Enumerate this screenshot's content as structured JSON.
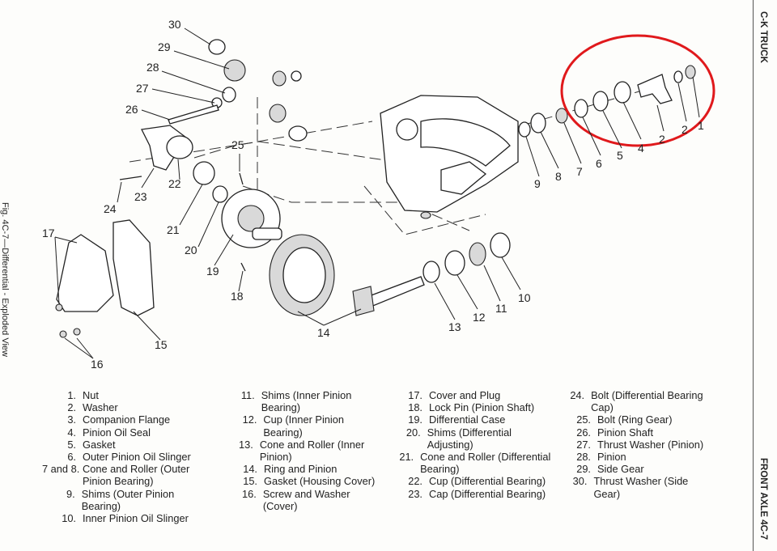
{
  "figure": {
    "caption": "Fig. 4C-7—Differential - Exploded View",
    "side_header_top": "C-K TRUCK",
    "side_header_bottom": "FRONT AXLE 4C-7",
    "highlight_color": "#e0191c"
  },
  "callouts": [
    "1",
    "2",
    "2",
    "4",
    "5",
    "6",
    "7",
    "8",
    "9",
    "10",
    "11",
    "12",
    "13",
    "14",
    "15",
    "16",
    "17",
    "18",
    "19",
    "20",
    "21",
    "22",
    "23",
    "24",
    "25",
    "26",
    "27",
    "28",
    "29",
    "30"
  ],
  "legend": {
    "col1": [
      {
        "num": "1.",
        "text": "Nut"
      },
      {
        "num": "2.",
        "text": "Washer"
      },
      {
        "num": "3.",
        "text": "Companion Flange"
      },
      {
        "num": "4.",
        "text": "Pinion Oil Seal"
      },
      {
        "num": "5.",
        "text": "Gasket"
      },
      {
        "num": "6.",
        "text": "Outer Pinion Oil Slinger"
      },
      {
        "num": "7 and 8.",
        "text": "Cone and Roller (Outer Pinion Bearing)"
      },
      {
        "num": "9.",
        "text": "Shims (Outer Pinion Bearing)"
      },
      {
        "num": "10.",
        "text": "Inner Pinion Oil Slinger"
      }
    ],
    "col2": [
      {
        "num": "11.",
        "text": "Shims (Inner Pinion Bearing)"
      },
      {
        "num": "12.",
        "text": "Cup (Inner Pinion Bearing)"
      },
      {
        "num": "13.",
        "text": "Cone and Roller (Inner Pinion)"
      },
      {
        "num": "14.",
        "text": "Ring and Pinion"
      },
      {
        "num": "15.",
        "text": "Gasket (Housing Cover)"
      },
      {
        "num": "16.",
        "text": "Screw and Washer (Cover)"
      }
    ],
    "col3": [
      {
        "num": "17.",
        "text": "Cover and Plug"
      },
      {
        "num": "18.",
        "text": "Lock Pin (Pinion Shaft)"
      },
      {
        "num": "19.",
        "text": "Differential Case"
      },
      {
        "num": "20.",
        "text": "Shims (Differential Adjusting)"
      },
      {
        "num": "21.",
        "text": "Cone and Roller (Differential Bearing)"
      },
      {
        "num": "22.",
        "text": "Cup (Differential Bearing)"
      },
      {
        "num": "23.",
        "text": "Cap (Differential Bearing)"
      }
    ],
    "col4": [
      {
        "num": "24.",
        "text": "Bolt (Differential Bearing Cap)"
      },
      {
        "num": "25.",
        "text": "Bolt (Ring Gear)"
      },
      {
        "num": "26.",
        "text": "Pinion Shaft"
      },
      {
        "num": "27.",
        "text": "Thrust Washer (Pinion)"
      },
      {
        "num": "28.",
        "text": "Pinion"
      },
      {
        "num": "29.",
        "text": "Side Gear"
      },
      {
        "num": "30.",
        "text": "Thrust Washer (Side Gear)"
      }
    ]
  }
}
